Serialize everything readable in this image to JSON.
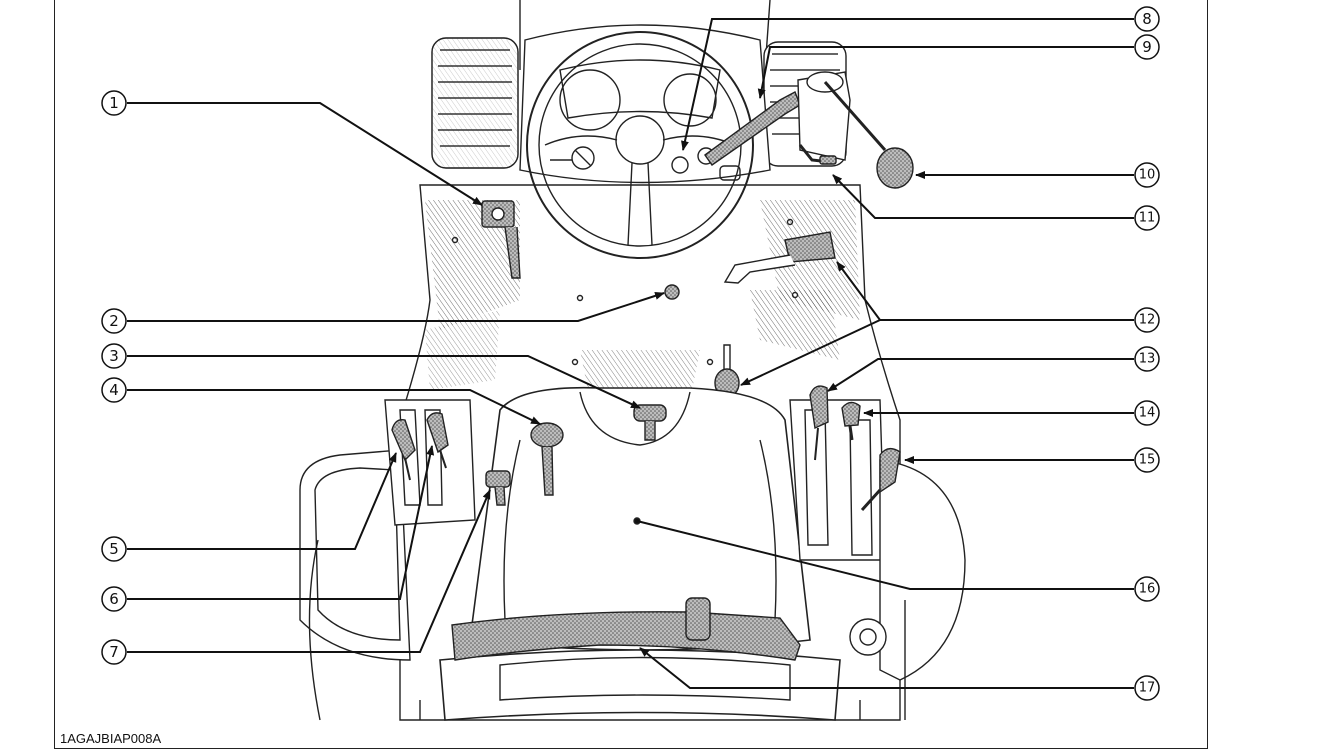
{
  "figure": {
    "code": "1AGAJBIAP008A"
  },
  "callouts": [
    {
      "label": "1"
    },
    {
      "label": "2"
    },
    {
      "label": "3"
    },
    {
      "label": "4"
    },
    {
      "label": "5"
    },
    {
      "label": "6"
    },
    {
      "label": "7"
    },
    {
      "label": "8"
    },
    {
      "label": "9"
    },
    {
      "label": "10"
    },
    {
      "label": "11"
    },
    {
      "label": "12"
    },
    {
      "label": "13"
    },
    {
      "label": "14"
    },
    {
      "label": "15"
    },
    {
      "label": "16"
    },
    {
      "label": "17"
    }
  ],
  "colors": {
    "line": "#111111",
    "fill_hatch": "#9a9a9a",
    "background": "#ffffff"
  }
}
